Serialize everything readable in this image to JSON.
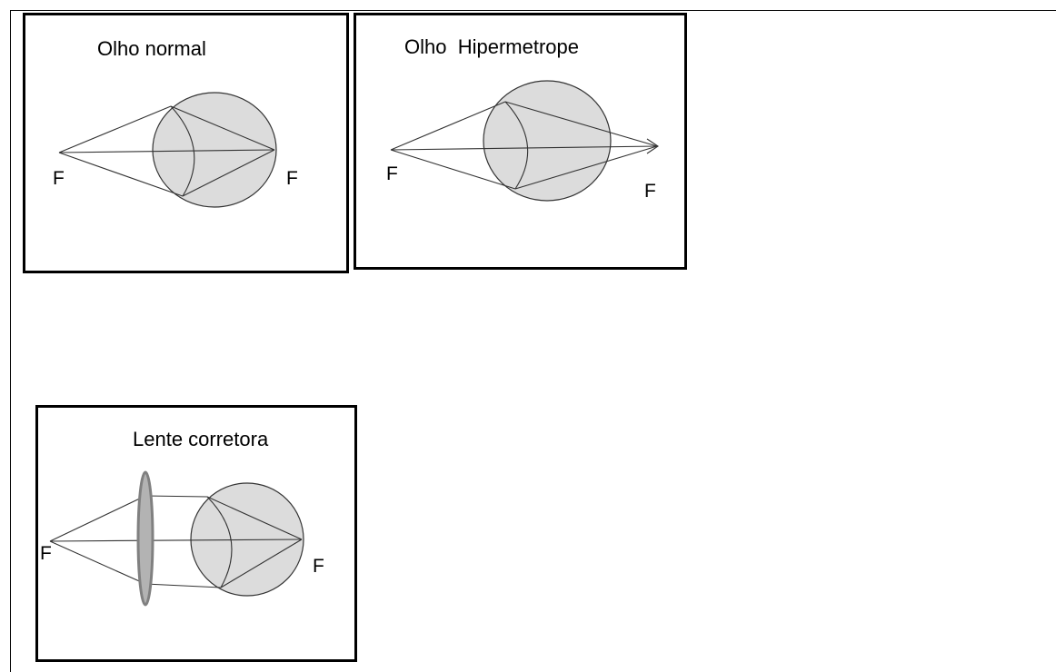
{
  "panels": {
    "normal": {
      "title": "Olho normal",
      "focus_left": "F",
      "focus_right": "F"
    },
    "hyperopic": {
      "title": "Olho  Hipermetrope",
      "focus_left": "F",
      "focus_right": "F"
    },
    "corrective": {
      "title": "Lente corretora",
      "focus_left": "F",
      "focus_right": "F"
    }
  },
  "colors": {
    "eye_fill": "#dcdcdc",
    "lens_fill": "#b3b3b3",
    "line": "#333333"
  }
}
